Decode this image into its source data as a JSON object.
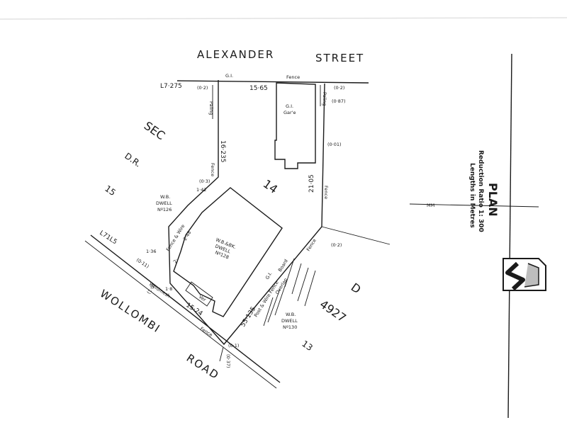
{
  "streets": {
    "alexander_1": "ALEXANDER",
    "alexander_2": "STREET",
    "wollombi_1": "WOLLOMBI",
    "wollombi_2": "ROAD"
  },
  "dimensions": {
    "top_left": "L7·275",
    "top_gi": "G.I.",
    "top_fence": "Fence",
    "top_offset_left": "(0·2)",
    "top_width": "15·65",
    "top_offset_right": "(0·2)",
    "paling_left": "Paling",
    "paling_right": "Paling",
    "offset_087": "(0·87)",
    "offset_001": "(0·01)",
    "left_side": "16·235",
    "fence_left": "Fence",
    "offset_03": "(0·3)",
    "dim_142": "1·42",
    "right_side": "21·05",
    "fence_right": "Fence",
    "offset_02_right": "(0·2)",
    "corner_left": "L71L5",
    "dim_136": "1·36",
    "offset_011": "(0·11)",
    "offset_01": "(0·1)",
    "dim_18": "1·8",
    "weldmesh": "Weldmesh",
    "bottom_width": "15·24",
    "fence_bottom": "Fence",
    "offset_bottom": "(0·1)",
    "road_offset": "(0·37)",
    "diag_fence": "Fence & Wire",
    "diag_fence_2": "Post & Wire Fence",
    "gi_fence": "G.I.",
    "board": "Board",
    "overlap": "Overlap",
    "diag_length": "55·135",
    "dim_248": "2·48",
    "dim_2": "2·",
    "fence_d": "Fence"
  },
  "buildings": {
    "garage_1": "G.I.",
    "garage_2": "Gar'e",
    "dwell_1": "W.B.",
    "dwell_2": "DWELL",
    "dwell_3": "Nº126",
    "main_1": "W.B.&BK.",
    "main_2": "DWELL",
    "main_3": "Nº128",
    "veranda": "Ver",
    "next_1": "W.B.",
    "next_2": "DWELL",
    "next_3": "Nº130"
  },
  "lots": {
    "sec": "SEC",
    "dr": "D.R.",
    "lot15": "15",
    "lot14": "14",
    "lotD": "D",
    "dp": "4927",
    "lot13": "13"
  },
  "legend": {
    "plan": "PLAN",
    "ratio": "Reduction Ratio 1: 300",
    "lengths": "Lengths in Metres",
    "mm": "MM"
  }
}
